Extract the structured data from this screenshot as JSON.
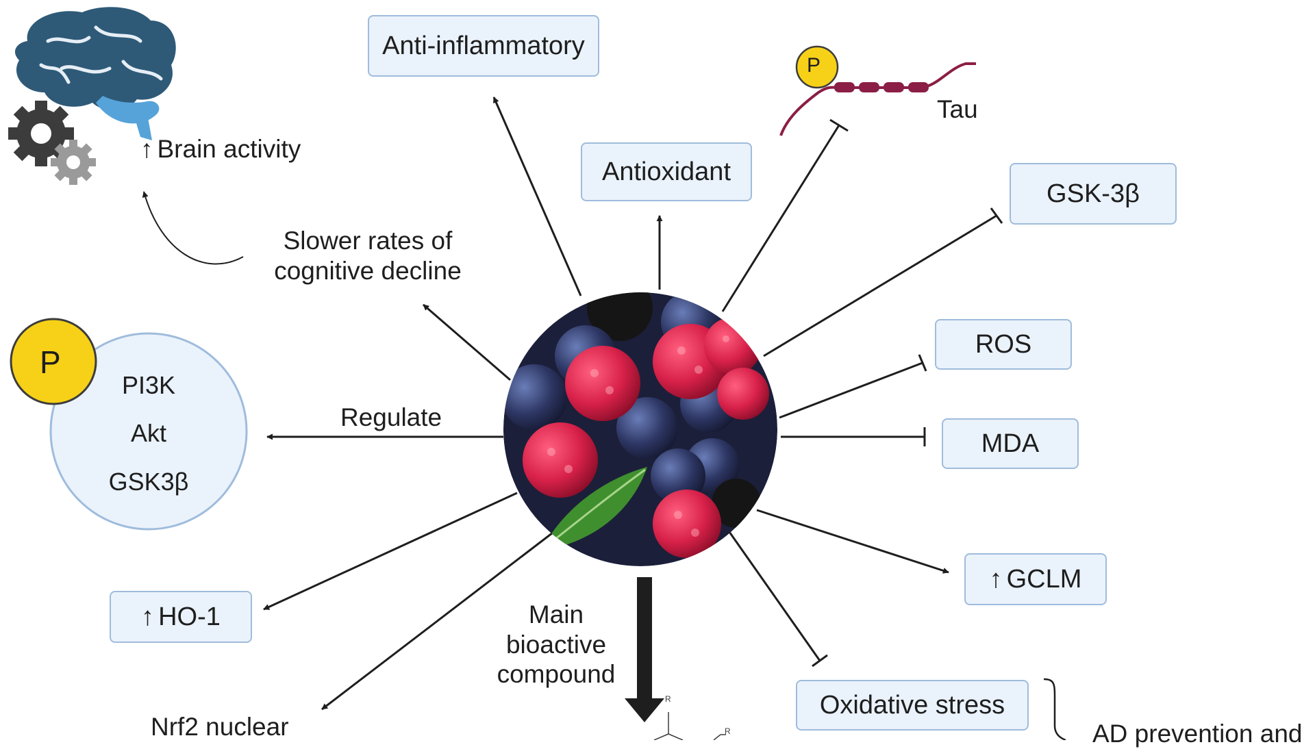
{
  "nodes": {
    "brain_activity": "Brain activity",
    "anti_inflammatory": "Anti-inflammatory",
    "antioxidant": "Antioxidant",
    "tau": "Tau",
    "tau_p": "P",
    "gsk3b": "GSK-3β",
    "slower_rates_line1": "Slower rates of",
    "slower_rates_line2": "cognitive decline",
    "ros": "ROS",
    "regulate": "Regulate",
    "mda": "MDA",
    "pathway_p": "P",
    "pathway": [
      "PI3K",
      "Akt",
      "GSK3β"
    ],
    "gclm": "GCLM",
    "ho1": "HO-1",
    "main_compound_lines": [
      "Main",
      "bioactive",
      "compound"
    ],
    "oxidative_stress": "Oxidative stress",
    "nrf2": "Nrf2 nuclear",
    "ad_prevention": "AD prevention and"
  },
  "icons": {
    "up_arrow": "↑",
    "brain": "brain-gears-icon",
    "berries": "berries-photo-icon",
    "molecule": "chemical-structure-icon"
  },
  "colors": {
    "box_fill": "#eaf2fb",
    "box_border": "#9fbcdc",
    "brain": "#2e5a78",
    "cerebellum": "#56a3d9",
    "phospho": "#f7d117",
    "tau_chain": "#8b1e45",
    "circle_border": "#9fbcdc"
  }
}
